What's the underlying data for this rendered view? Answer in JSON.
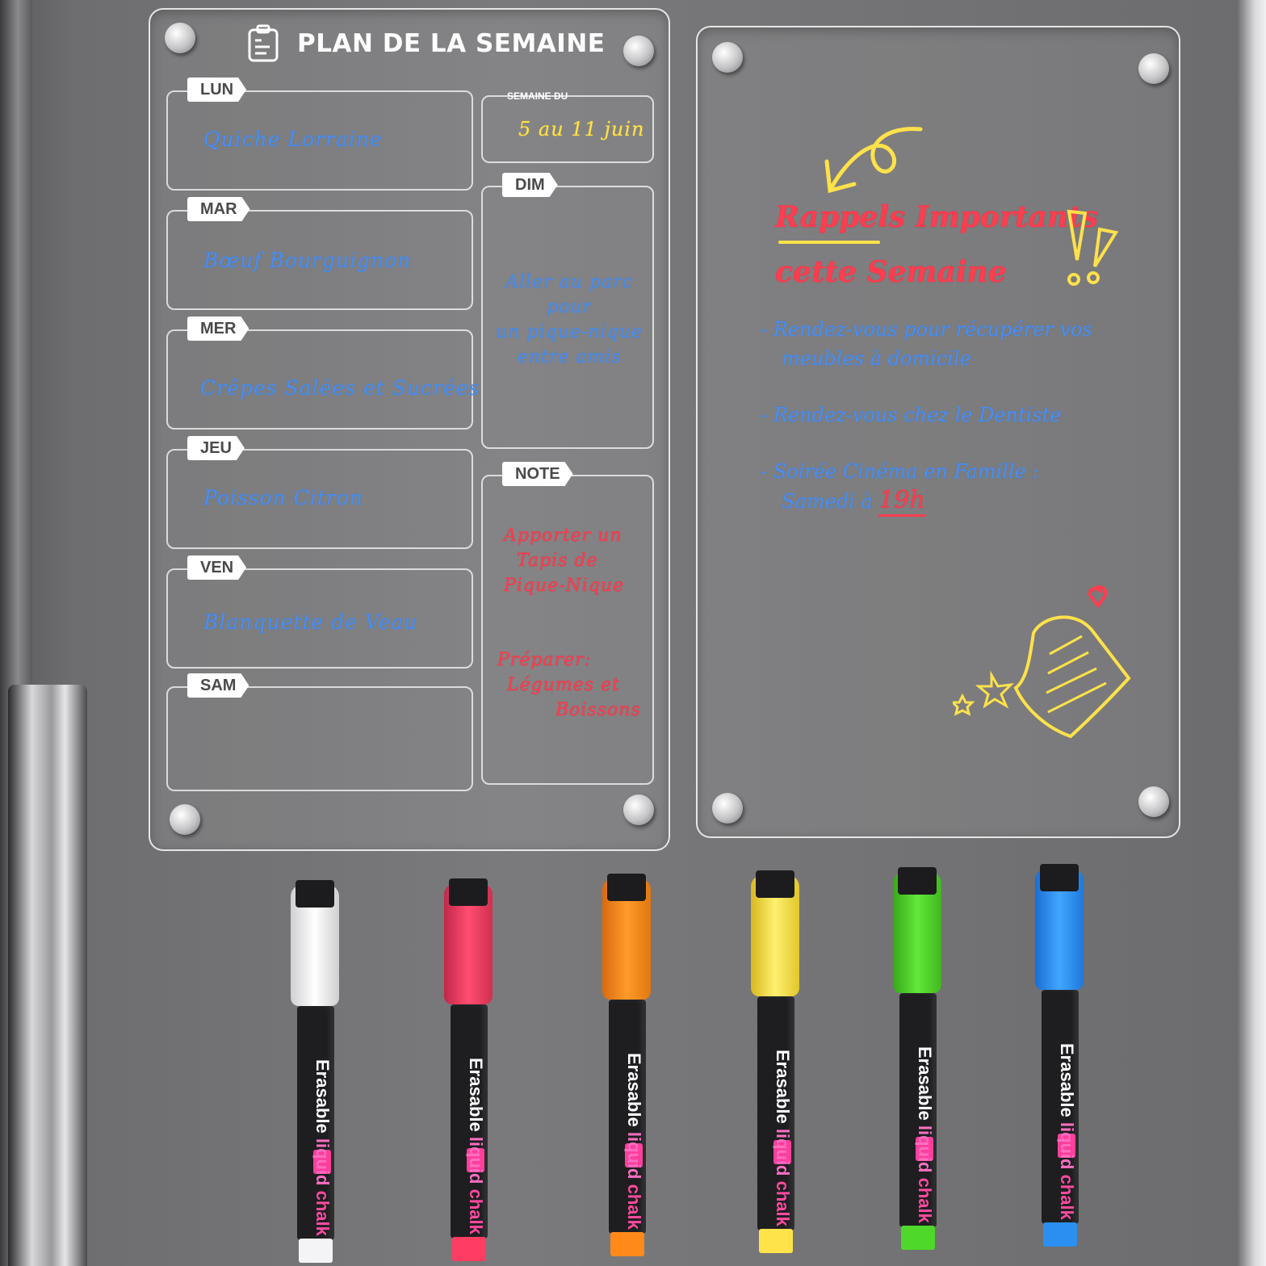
{
  "planner": {
    "title": "PLAN DE LA SEMAINE",
    "week_label": "SEMAINE DU",
    "week_value": "5 au 11 juin",
    "days": [
      {
        "label": "LUN",
        "meal": "Quiche Lorraine"
      },
      {
        "label": "MAR",
        "meal": "Bœuf Bourguignon"
      },
      {
        "label": "MER",
        "meal": "Crêpes Salées et Sucrées"
      },
      {
        "label": "JEU",
        "meal": "Poisson Citron"
      },
      {
        "label": "VEN",
        "meal": "Blanquette de Veau"
      },
      {
        "label": "SAM",
        "meal": ""
      }
    ],
    "sunday": {
      "label": "DIM",
      "lines": [
        "Aller au parc",
        "pour",
        "un pique-nique",
        "entre amis"
      ]
    },
    "note": {
      "label": "NOTE",
      "lines_1": [
        "Apporter un",
        "Tapis de",
        "Pique-Nique"
      ],
      "lines_2": [
        "Préparer:",
        "Légumes et",
        "Boissons"
      ]
    }
  },
  "reminders": {
    "title_line1": "Rappels Importants",
    "title_line2": "cette Semaine",
    "items": [
      {
        "text": "- Rendez-vous pour récupérer vos",
        "text2": "meubles à domicile"
      },
      {
        "text": "- Rendez-vous chez le Dentiste",
        "text2": ""
      },
      {
        "text": "- Soirée Cinéma en Famille :",
        "text2": "Samedi à",
        "highlight": "19h"
      }
    ]
  },
  "markers": [
    {
      "color": "white",
      "hex": "#f4f4f6",
      "label_a": "Erasable ",
      "label_b": "liquid ",
      "label_c": "chalk"
    },
    {
      "color": "red",
      "hex": "#ff3d63",
      "label_a": "Erasable ",
      "label_b": "liquid ",
      "label_c": "chalk"
    },
    {
      "color": "orange",
      "hex": "#ff8a1a",
      "label_a": "Erasable ",
      "label_b": "liquid ",
      "label_c": "chalk"
    },
    {
      "color": "yellow",
      "hex": "#ffe34a",
      "label_a": "Erasable ",
      "label_b": "liquid ",
      "label_c": "chalk"
    },
    {
      "color": "green",
      "hex": "#4ed82a",
      "label_a": "Erasable ",
      "label_b": "liquid ",
      "label_c": "chalk"
    },
    {
      "color": "blue",
      "hex": "#2a8ff0",
      "label_a": "Erasable ",
      "label_b": "liquid ",
      "label_c": "chalk"
    }
  ],
  "colors": {
    "ink_blue": "#4a8ff0",
    "ink_red": "#ff3d4f",
    "ink_yellow": "#ffe14a"
  }
}
